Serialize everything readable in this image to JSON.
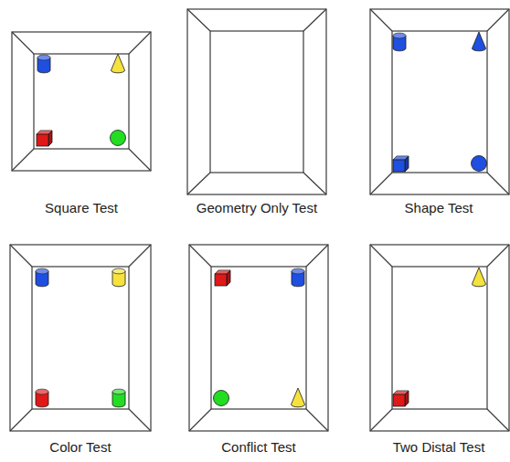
{
  "diagram": {
    "nodes": [
      {
        "text": [
          "Square Test"
        ]
      },
      {
        "text": [
          "Geometry Only Test"
        ]
      },
      {
        "text": [
          "Shape Test"
        ]
      },
      {
        "text": [
          "Color Test"
        ]
      },
      {
        "text": [
          "Conflict Test"
        ]
      },
      {
        "text": [
          "Two Distal Test"
        ]
      }
    ]
  }
}
